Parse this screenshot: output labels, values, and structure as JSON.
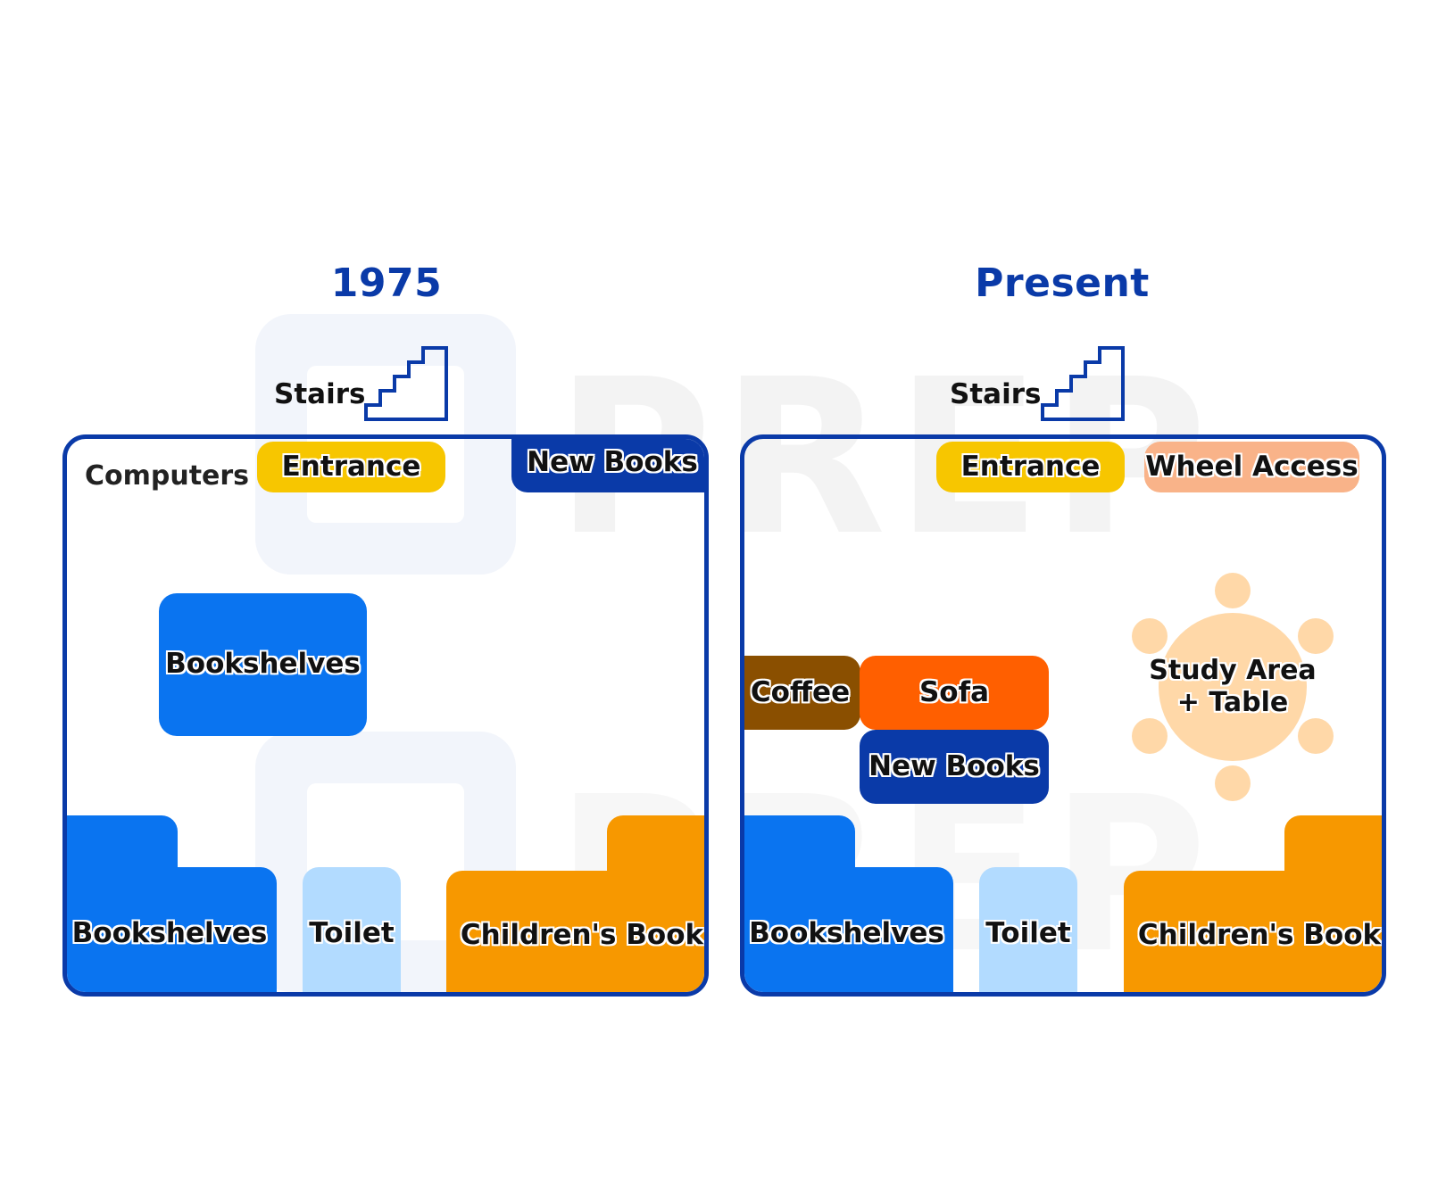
{
  "panels": [
    {
      "title": "1975",
      "stairs_label": "Stairs",
      "top_zones": {
        "computers": "Computers",
        "entrance": "Entrance",
        "new_books": "New Books"
      },
      "middle": {
        "bookshelves": "Bookshelves"
      },
      "bottom": {
        "bookshelves": "Bookshelves",
        "toilet": "Toilet",
        "childrens_book": "Children's Book"
      }
    },
    {
      "title": "Present",
      "stairs_label": "Stairs",
      "top_zones": {
        "entrance": "Entrance",
        "wheel_access": "Wheel Access"
      },
      "middle": {
        "coffee": "Coffee",
        "sofa": "Sofa",
        "new_books": "New Books",
        "study_area_line1": "Study Area",
        "study_area_line2": "+ Table"
      },
      "bottom": {
        "bookshelves": "Bookshelves",
        "toilet": "Toilet",
        "childrens_book": "Children's Book"
      }
    }
  ],
  "colors": {
    "frame": "#0a3aa8",
    "entrance": "#f7c600",
    "new_books": "#0a3aa8",
    "bookshelves": "#0a74f0",
    "toilet": "#b2dbff",
    "childrens_book": "#f79800",
    "coffee": "#8a4f00",
    "sofa": "#ff5f00",
    "wheel_access": "#f9b389",
    "study_area": "#ffd8a8"
  }
}
